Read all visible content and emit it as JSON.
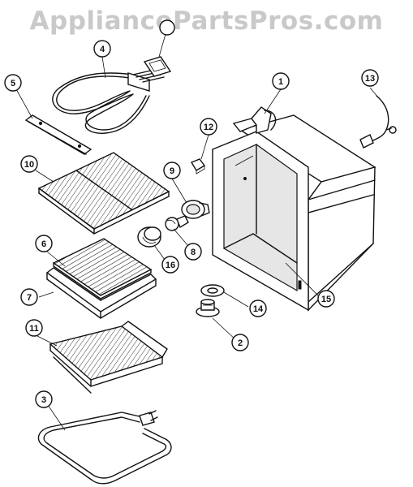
{
  "watermark": "AppliancePartsPros.com",
  "callouts": [
    {
      "id": "1",
      "label": "1"
    },
    {
      "id": "2",
      "label": "2"
    },
    {
      "id": "3",
      "label": "3"
    },
    {
      "id": "4",
      "label": "4"
    },
    {
      "id": "5",
      "label": "5"
    },
    {
      "id": "6",
      "label": "6"
    },
    {
      "id": "7",
      "label": "7"
    },
    {
      "id": "8",
      "label": "8"
    },
    {
      "id": "9",
      "label": "9"
    },
    {
      "id": "10",
      "label": "10"
    },
    {
      "id": "11",
      "label": "11"
    },
    {
      "id": "12",
      "label": "12"
    },
    {
      "id": "13",
      "label": "13"
    },
    {
      "id": "14",
      "label": "14"
    },
    {
      "id": "15",
      "label": "15"
    },
    {
      "id": "16",
      "label": "16"
    }
  ]
}
